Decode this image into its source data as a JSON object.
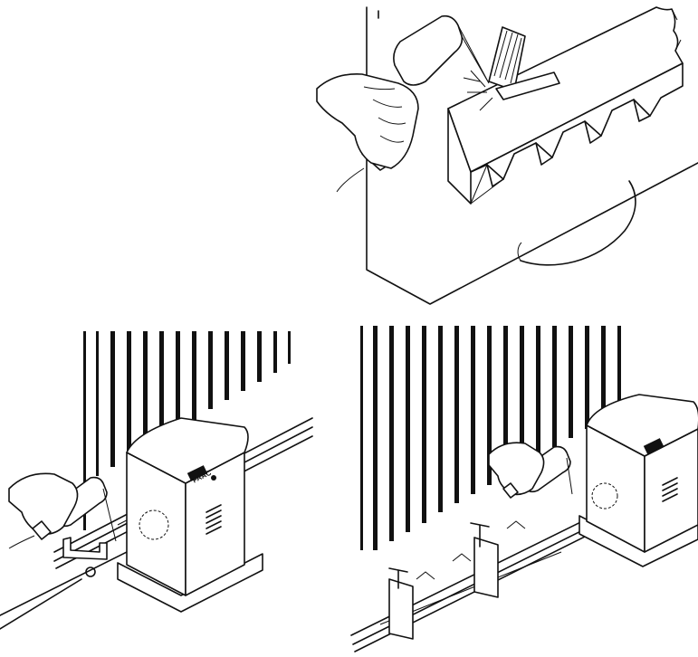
{
  "panels": [
    {
      "id": "top",
      "content": "welding-rack-tooth-to-gate-detail"
    },
    {
      "id": "bottom-left",
      "content": "welding-rack-section-at-operator"
    },
    {
      "id": "bottom-right",
      "content": "clamping-rack-sections-and-welding"
    }
  ],
  "operator": {
    "brand_label": "FAAC",
    "color": "#111111"
  },
  "line_color": "#111111",
  "background": "#ffffff"
}
